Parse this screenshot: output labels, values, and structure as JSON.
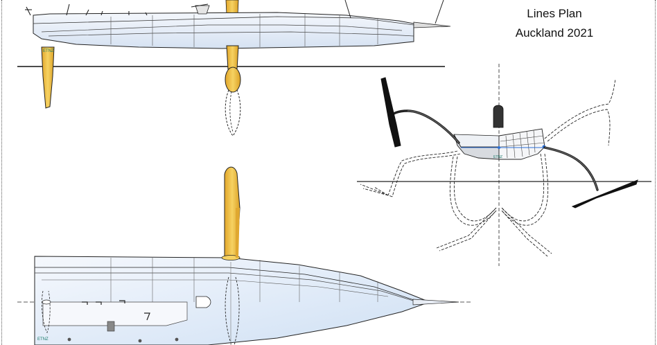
{
  "title": {
    "line1": "Lines Plan",
    "line2": "Auckland 2021"
  },
  "marks": {
    "hull_logo": "ETNZ"
  },
  "colors": {
    "foil_yellow": "#f2c64a",
    "foil_yellow_dark": "#d9a21e",
    "hull_fill": "#e6ecf6",
    "hull_fill_light": "#f3f6fb",
    "hull_blue_tint": "#cfe0f5",
    "line": "#222222",
    "accent_blue": "#2a6fd6",
    "arm_dark": "#333333"
  }
}
